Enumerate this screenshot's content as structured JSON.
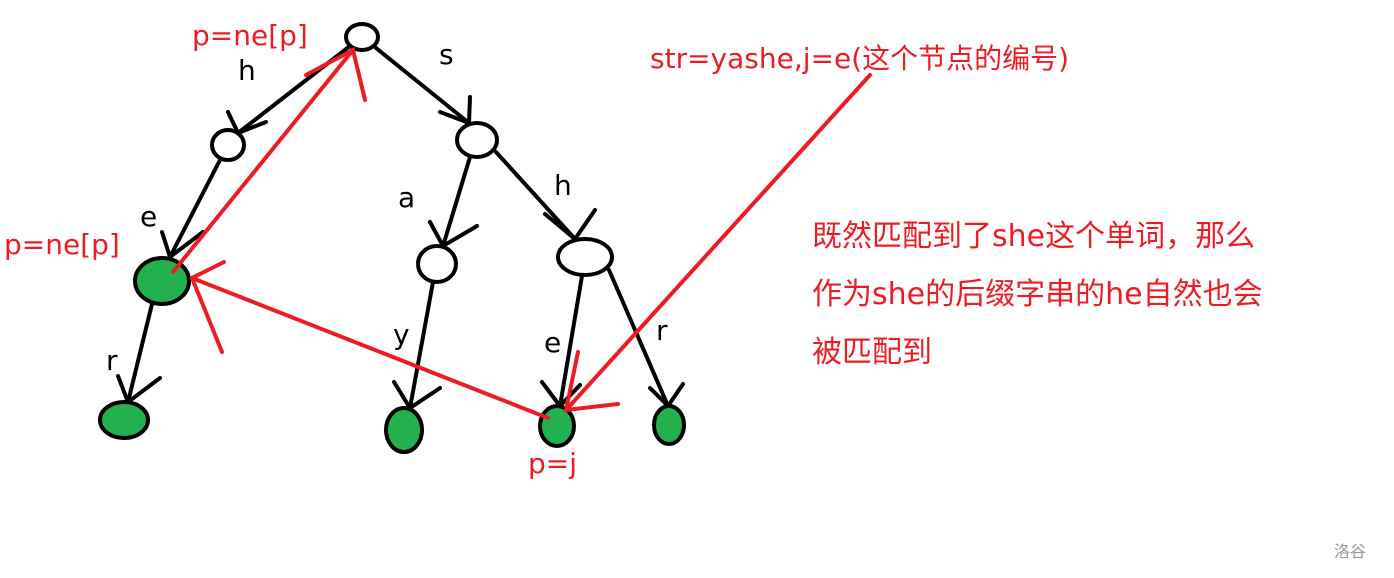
{
  "edge_labels": {
    "root_h": "h",
    "root_s": "s",
    "h_e": "e",
    "s_a": "a",
    "s_h": "h",
    "e_r": "r",
    "a_y": "y",
    "sh_e": "e",
    "sh_r": "r"
  },
  "annotations": {
    "root_jump": "p=ne[p]",
    "he_jump": "p=ne[p]",
    "she_node": "p=j",
    "str_note": "str=yashe,j=e(这个节点的编号)"
  },
  "explanation": [
    "既然匹配到了she这个单词，那么",
    "作为she的后缀字串的he自然也会",
    "被匹配到"
  ],
  "watermark": "洛谷",
  "colors": {
    "accent": "#ed1c24",
    "terminal_node": "#22b14c",
    "edge": "#000000"
  }
}
